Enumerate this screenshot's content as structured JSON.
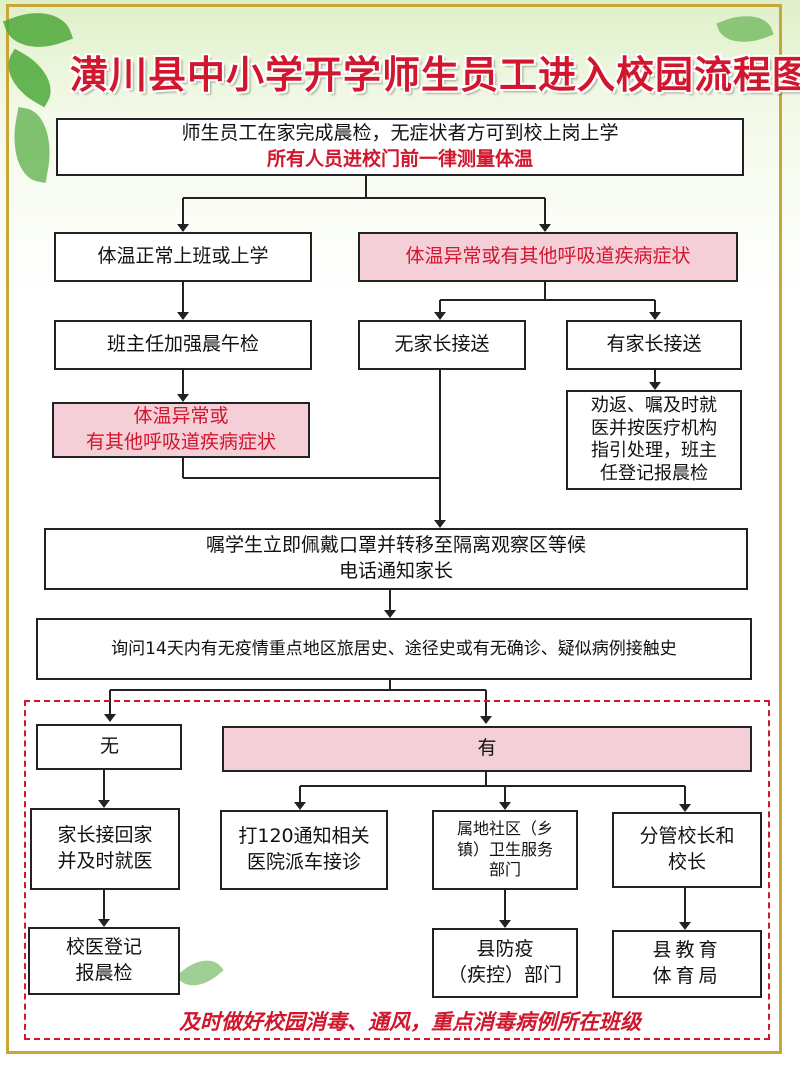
{
  "title": "潢川县中小学开学师生员工进入校园流程图",
  "boxes": {
    "morning_check": {
      "line1": "师生员工在家完成晨检，无症状者方可到校上岗上学",
      "line2": "所有人员进校门前一律测量体温"
    },
    "temp_normal": "体温正常上班或上学",
    "temp_abnormal": "体温异常或有其他呼吸道疾病症状",
    "teacher_check": "班主任加强晨午检",
    "no_parent": "无家长接送",
    "has_parent": "有家长接送",
    "temp_abnormal2": {
      "line1": "体温异常或",
      "line2": "有其他呼吸道疾病症状"
    },
    "persuade": [
      "劝返、嘱及时就",
      "医并按医疗机构",
      "指引处理，班主",
      "任登记报晨检"
    ],
    "mask": {
      "line1": "嘱学生立即佩戴口罩并转移至隔离观察区等候",
      "line2": "电话通知家长"
    },
    "inquiry": "询问14天内有无疫情重点地区旅居史、途径史或有无确诊、疑似病例接触史",
    "no": "无",
    "yes": "有",
    "parent_pickup": {
      "line1": "家长接回家",
      "line2": "并及时就医"
    },
    "call120": {
      "line1": "打120通知相关",
      "line2": "医院派车接诊"
    },
    "community": [
      "属地社区（乡",
      "镇）卫生服务",
      "部门"
    ],
    "principal": {
      "line1": "分管校长和",
      "line2": "校长"
    },
    "school_doctor": {
      "line1": "校医登记",
      "line2": "报晨检"
    },
    "cdc": {
      "line1": "县防疫",
      "line2": "（疾控）部门"
    },
    "edu_bureau": {
      "line1": "县教育",
      "line2": "体育局"
    }
  },
  "footer": "及时做好校园消毒、通风，重点消毒病例所在班级",
  "colors": {
    "title_red": "#d0172e",
    "highlight_pink": "#f4cfd8",
    "frame_gold": "#c9a638",
    "leaf_green": "#4ea83a"
  },
  "icons": [
    "leaf-decoration-icon"
  ]
}
